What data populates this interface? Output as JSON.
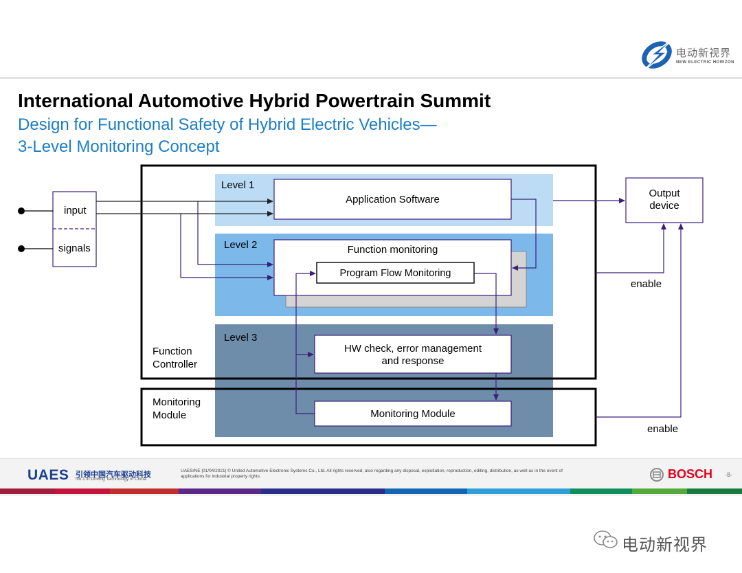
{
  "header": {
    "brand_cn": "电动新视界",
    "brand_en": "NEW ELECTRIC HORIZON"
  },
  "slide": {
    "title": "International Automotive Hybrid Powertrain Summit",
    "subtitle_line1": "Design for Functional Safety of Hybrid Electric Vehicles—",
    "subtitle_line2": "3-Level Monitoring Concept"
  },
  "diagram": {
    "input_label": "input",
    "signals_label": "signals",
    "level1": "Level 1",
    "level2": "Level 2",
    "level3": "Level 3",
    "application_software": "Application Software",
    "function_monitoring": "Function monitoring",
    "program_flow_monitoring": "Program Flow Monitoring",
    "hw_check_line1": "HW check, error management",
    "hw_check_line2": "and response",
    "monitoring_module_box": "Monitoring Module",
    "function_controller_line1": "Function",
    "function_controller_line2": "Controller",
    "monitoring_module_line1": "Monitoring",
    "monitoring_module_line2": "Module",
    "output_line1": "Output",
    "output_line2": "device",
    "enable_upper": "enable",
    "enable_lower": "enable",
    "colors": {
      "level1_band": "#bcdcf6",
      "level2_band": "#7cb8ea",
      "level3_band": "#6d8daa",
      "arrow": "#3b1f7a",
      "subtitle": "#1a7ec8"
    }
  },
  "footer": {
    "company": "UAES",
    "company_cn": "引领中国汽车驱动科技",
    "tagline": "No.1 in Driving Technology in China",
    "legal_line1": "UAES/NE |01/04/2021| © United Automotive Electronic Systems Co., Ltd. All rights reserved, also regarding any disposal, exploitation, reproduction, editing, distribution, as well as in the event of",
    "legal_line2": "applications for industrial property rights.",
    "bosch": "BOSCH",
    "page": "-8-"
  },
  "watermark": {
    "text": "电动新视界"
  }
}
